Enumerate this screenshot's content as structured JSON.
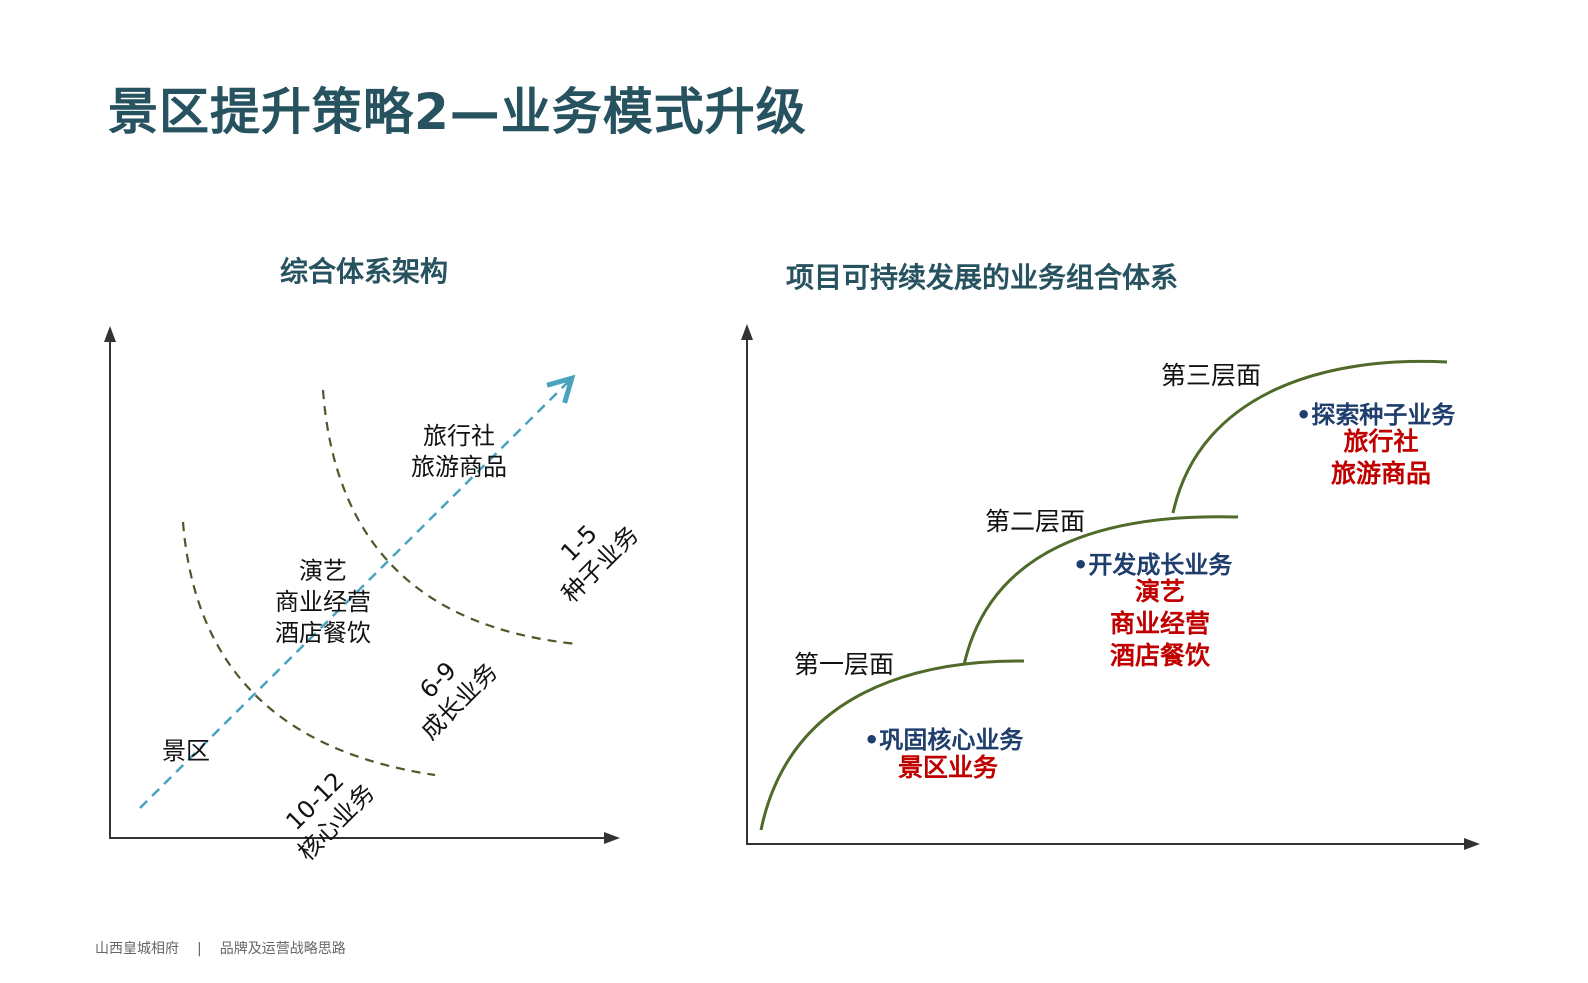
{
  "title": "景区提升策略2—业务模式升级",
  "left_panel": {
    "title": "综合体系架构",
    "lines": {
      "arc_color": "#4a5a2a",
      "arrow_color": "#4aa3be"
    },
    "labels": {
      "scenic": "景区",
      "mid_group": [
        "演艺",
        "商业经营",
        "酒店餐饮"
      ],
      "top_group": [
        "旅行社",
        "旅游商品"
      ],
      "core": [
        "10-12",
        "核心业务"
      ],
      "growth": [
        "6-9",
        "成长业务"
      ],
      "seed": [
        "1-5",
        "种子业务"
      ]
    }
  },
  "right_panel": {
    "title": "项目可持续发展的业务组合体系",
    "curve_color": "#506a2a",
    "levels": [
      {
        "name": "第一层面",
        "heading": "•巩固核心业务",
        "items": [
          "景区业务"
        ]
      },
      {
        "name": "第二层面",
        "heading": "•开发成长业务",
        "items": [
          "演艺",
          "商业经营",
          "酒店餐饮"
        ]
      },
      {
        "name": "第三层面",
        "heading": "•探索种子业务",
        "items": [
          "旅行社",
          "旅游商品"
        ]
      }
    ]
  },
  "footer": {
    "left": "山西皇城相府",
    "separator": "|",
    "right": "品牌及运营战略思路"
  }
}
